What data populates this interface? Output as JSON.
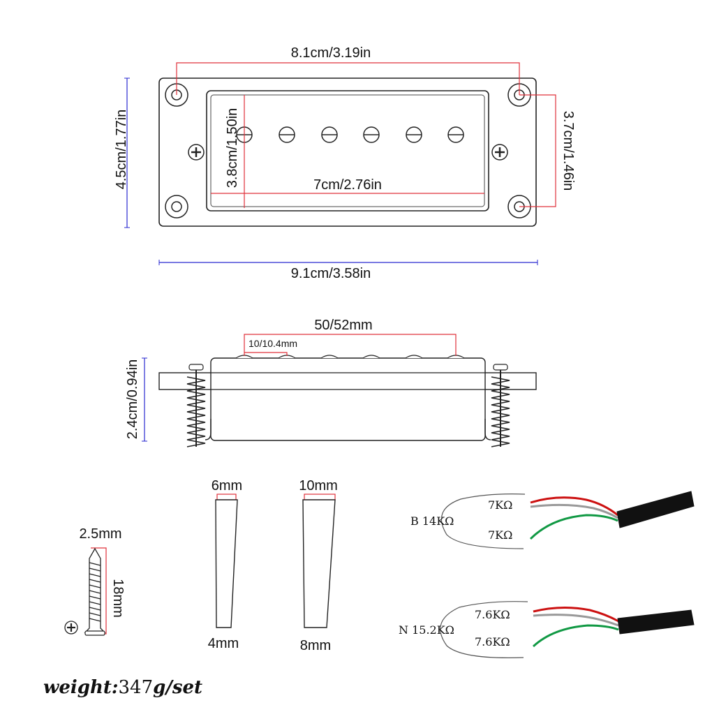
{
  "top_view": {
    "width_label": "9.1cm/3.58in",
    "height_label": "4.5cm/1.77in",
    "hole_spacing_label": "8.1cm/3.19in",
    "hole_vertical_label": "3.7cm/1.46in",
    "inner_width_label": "7cm/2.76in",
    "inner_height_label": "3.8cm/1.50in"
  },
  "side_view": {
    "pole_span_label": "50/52mm",
    "pole_spacing_label": "10/10.4mm",
    "height_label": "2.4cm/0.94in"
  },
  "screw": {
    "head_label": "2.5mm",
    "length_label": "18mm"
  },
  "shims": [
    {
      "top_label": "6mm",
      "bottom_label": "4mm"
    },
    {
      "top_label": "10mm",
      "bottom_label": "8mm"
    }
  ],
  "wiring": [
    {
      "label": "B 14KΩ",
      "coil_a": "7KΩ",
      "coil_b": "7KΩ"
    },
    {
      "label": "N 15.2KΩ",
      "coil_a": "7.6KΩ",
      "coil_b": "7.6KΩ"
    }
  ],
  "weight": {
    "label": "weight:",
    "value": "347",
    "unit": "g/set"
  },
  "colors": {
    "red_line": "#e0303a",
    "blue_line": "#2a2ad0",
    "wire_red": "#cc1111",
    "wire_green": "#119944"
  }
}
